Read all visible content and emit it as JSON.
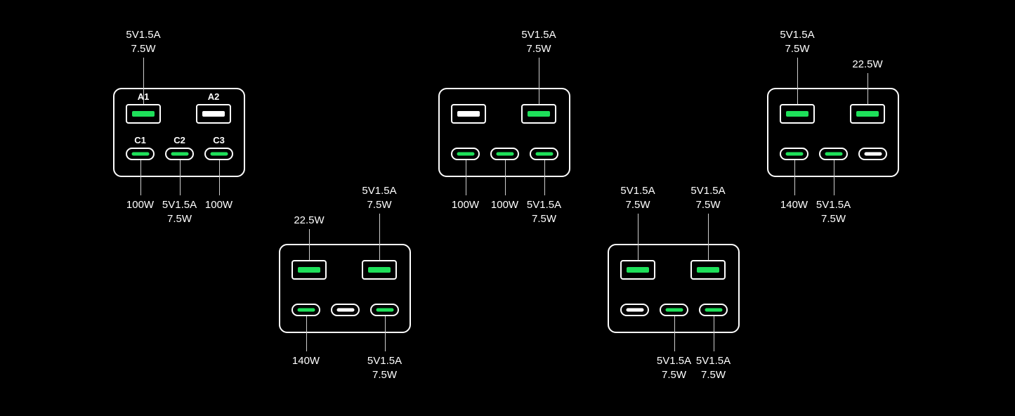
{
  "colors": {
    "background": "#000000",
    "active_port": "#1ee05a",
    "idle_port": "#ffffff",
    "outline": "#ffffff"
  },
  "port_labels": [
    "A1",
    "A2",
    "C1",
    "C2",
    "C3"
  ],
  "configurations": [
    {
      "ports": [
        {
          "id": "A1",
          "type": "usb-a",
          "active": true,
          "output": [
            "5V1.5A",
            "7.5W"
          ]
        },
        {
          "id": "A2",
          "type": "usb-a",
          "active": false,
          "output": []
        },
        {
          "id": "C1",
          "type": "usb-c",
          "active": true,
          "output": [
            "100W"
          ]
        },
        {
          "id": "C2",
          "type": "usb-c",
          "active": true,
          "output": [
            "5V1.5A",
            "7.5W"
          ]
        },
        {
          "id": "C3",
          "type": "usb-c",
          "active": true,
          "output": [
            "100W"
          ]
        }
      ]
    },
    {
      "ports": [
        {
          "id": "A1",
          "type": "usb-a",
          "active": true,
          "output": [
            "22.5W"
          ]
        },
        {
          "id": "A2",
          "type": "usb-a",
          "active": true,
          "output": [
            "5V1.5A",
            "7.5W"
          ]
        },
        {
          "id": "C1",
          "type": "usb-c",
          "active": true,
          "output": [
            "140W"
          ]
        },
        {
          "id": "C2",
          "type": "usb-c",
          "active": false,
          "output": []
        },
        {
          "id": "C3",
          "type": "usb-c",
          "active": true,
          "output": [
            "5V1.5A",
            "7.5W"
          ]
        }
      ]
    },
    {
      "ports": [
        {
          "id": "A1",
          "type": "usb-a",
          "active": false,
          "output": []
        },
        {
          "id": "A2",
          "type": "usb-a",
          "active": true,
          "output": [
            "5V1.5A",
            "7.5W"
          ]
        },
        {
          "id": "C1",
          "type": "usb-c",
          "active": true,
          "output": [
            "100W"
          ]
        },
        {
          "id": "C2",
          "type": "usb-c",
          "active": true,
          "output": [
            "100W"
          ]
        },
        {
          "id": "C3",
          "type": "usb-c",
          "active": true,
          "output": [
            "5V1.5A",
            "7.5W"
          ]
        }
      ]
    },
    {
      "ports": [
        {
          "id": "A1",
          "type": "usb-a",
          "active": true,
          "output": [
            "5V1.5A",
            "7.5W"
          ]
        },
        {
          "id": "A2",
          "type": "usb-a",
          "active": true,
          "output": [
            "5V1.5A",
            "7.5W"
          ]
        },
        {
          "id": "C1",
          "type": "usb-c",
          "active": false,
          "output": []
        },
        {
          "id": "C2",
          "type": "usb-c",
          "active": true,
          "output": [
            "5V1.5A",
            "7.5W"
          ]
        },
        {
          "id": "C3",
          "type": "usb-c",
          "active": true,
          "output": [
            "5V1.5A",
            "7.5W"
          ]
        }
      ]
    },
    {
      "ports": [
        {
          "id": "A1",
          "type": "usb-a",
          "active": true,
          "output": [
            "5V1.5A",
            "7.5W"
          ]
        },
        {
          "id": "A2",
          "type": "usb-a",
          "active": true,
          "output": [
            "22.5W"
          ]
        },
        {
          "id": "C1",
          "type": "usb-c",
          "active": true,
          "output": [
            "140W"
          ]
        },
        {
          "id": "C2",
          "type": "usb-c",
          "active": true,
          "output": [
            "5V1.5A",
            "7.5W"
          ]
        },
        {
          "id": "C3",
          "type": "usb-c",
          "active": false,
          "output": []
        }
      ]
    }
  ]
}
